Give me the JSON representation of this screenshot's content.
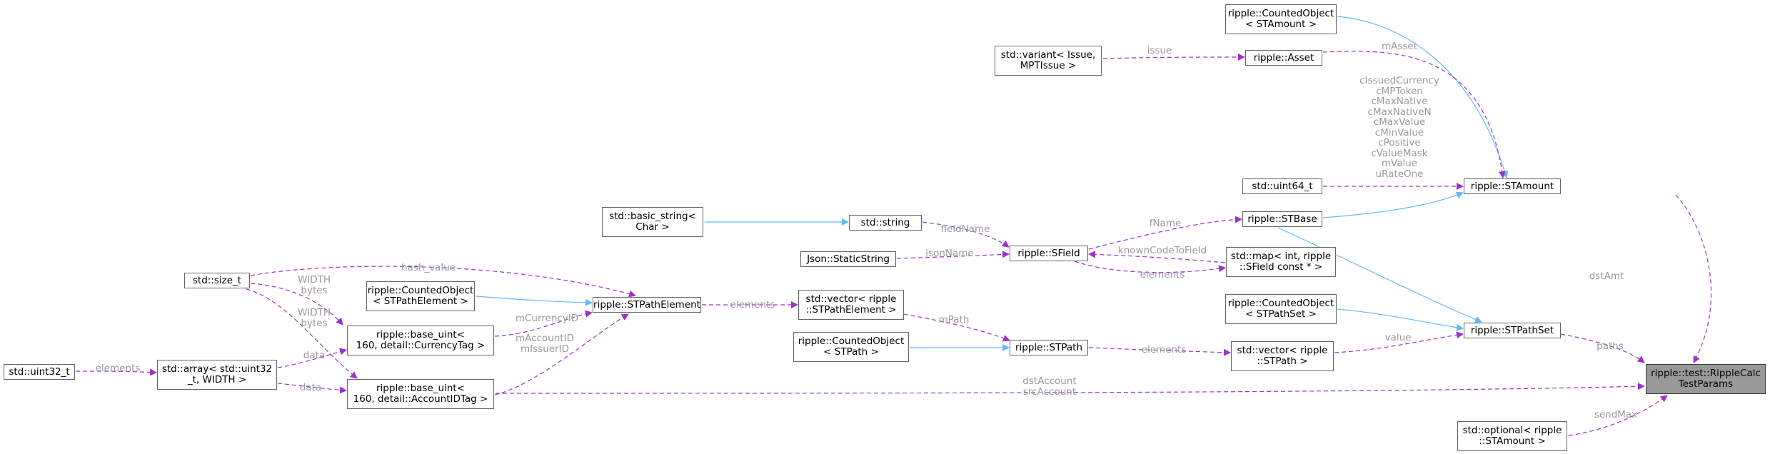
{
  "nodes": {
    "test_params": [
      "ripple::test::RippleCalc",
      "TestParams"
    ],
    "stamount": [
      "ripple::STAmount"
    ],
    "stpathset": [
      "ripple::STPathSet"
    ],
    "optional_stamount": [
      "std::optional< ripple",
      "::STAmount >"
    ],
    "account_id": [
      "ripple::base_uint<",
      "160, detail::AccountIDTag >"
    ],
    "counted_stamount": [
      "ripple::CountedObject",
      "< STAmount >"
    ],
    "asset": [
      "ripple::Asset"
    ],
    "stbase": [
      "ripple::STBase"
    ],
    "uint64": [
      "std::uint64_t"
    ],
    "variant": [
      "std::variant< Issue,",
      "MPTIssue >"
    ],
    "sfield": [
      "ripple::SField"
    ],
    "std_string": [
      "std::string"
    ],
    "json_static": [
      "Json::StaticString"
    ],
    "map": [
      "std::map< int, ripple",
      "::SField const * >"
    ],
    "basic_string": [
      "std::basic_string<",
      "Char >"
    ],
    "counted_stpathset": [
      "ripple::CountedObject",
      "< STPathSet >"
    ],
    "vector_stpath": [
      "std::vector< ripple",
      "::STPath >"
    ],
    "stpath": [
      "ripple::STPath"
    ],
    "vector_element": [
      "std::vector< ripple",
      "::STPathElement >"
    ],
    "counted_stpath": [
      "ripple::CountedObject",
      "< STPath >"
    ],
    "stpathelement": [
      "ripple::STPathElement"
    ],
    "counted_element": [
      "ripple::CountedObject",
      "< STPathElement >"
    ],
    "currency": [
      "ripple::base_uint<",
      "160, detail::CurrencyTag >"
    ],
    "size_t": [
      "std::size_t"
    ],
    "array": [
      "std::array< std::uint32",
      "_t, WIDTH >"
    ],
    "uint32": [
      "std::uint32_t"
    ]
  },
  "edges": [
    {
      "from": "stamount",
      "to": "test_params",
      "type": "member",
      "label": [
        "dstAmt"
      ]
    },
    {
      "from": "stpathset",
      "to": "test_params",
      "type": "member",
      "label": [
        "paths"
      ]
    },
    {
      "from": "optional_stamount",
      "to": "test_params",
      "type": "member",
      "label": [
        "sendMax"
      ]
    },
    {
      "from": "account_id",
      "to": "test_params",
      "type": "member",
      "label": [
        "dstAccount",
        "srcAccount"
      ]
    },
    {
      "from": "counted_stamount",
      "to": "stamount",
      "type": "inherit",
      "label": []
    },
    {
      "from": "asset",
      "to": "stamount",
      "type": "member",
      "label": [
        "mAsset"
      ]
    },
    {
      "from": "stbase",
      "to": "stamount",
      "type": "inherit",
      "label": []
    },
    {
      "from": "uint64",
      "to": "stamount",
      "type": "member",
      "label": [
        "cIssuedCurrency",
        "cMPToken",
        "cMaxNative",
        "cMaxNativeN",
        "cMaxValue",
        "cMinValue",
        "cPositive",
        "cValueMask",
        "mValue",
        "uRateOne"
      ]
    },
    {
      "from": "variant",
      "to": "asset",
      "type": "member",
      "label": [
        "issue"
      ]
    },
    {
      "from": "sfield",
      "to": "stbase",
      "type": "member",
      "label": [
        "fName"
      ]
    },
    {
      "from": "std_string",
      "to": "sfield",
      "type": "member",
      "label": [
        "fieldName"
      ]
    },
    {
      "from": "json_static",
      "to": "sfield",
      "type": "member",
      "label": [
        "jsonName"
      ]
    },
    {
      "from": "map",
      "to": "sfield",
      "type": "member",
      "label": [
        "knownCodeToField"
      ]
    },
    {
      "from": "sfield",
      "to": "map",
      "type": "member",
      "label": [
        "elements"
      ]
    },
    {
      "from": "basic_string",
      "to": "std_string",
      "type": "inherit",
      "label": []
    },
    {
      "from": "counted_stpathset",
      "to": "stpathset",
      "type": "inherit",
      "label": []
    },
    {
      "from": "stbase",
      "to": "stpathset",
      "type": "inherit",
      "label": []
    },
    {
      "from": "vector_stpath",
      "to": "stpathset",
      "type": "member",
      "label": [
        "value"
      ]
    },
    {
      "from": "stpath",
      "to": "vector_stpath",
      "type": "member",
      "label": [
        "elements"
      ]
    },
    {
      "from": "vector_element",
      "to": "stpath",
      "type": "member",
      "label": [
        "mPath"
      ]
    },
    {
      "from": "counted_stpath",
      "to": "stpath",
      "type": "inherit",
      "label": []
    },
    {
      "from": "stpathelement",
      "to": "vector_element",
      "type": "member",
      "label": [
        "elements"
      ]
    },
    {
      "from": "counted_element",
      "to": "stpathelement",
      "type": "inherit",
      "label": []
    },
    {
      "from": "size_t",
      "to": "stpathelement",
      "type": "member",
      "label": [
        "hash_value"
      ]
    },
    {
      "from": "currency",
      "to": "stpathelement",
      "type": "member",
      "label": [
        "mCurrencyID"
      ]
    },
    {
      "from": "account_id",
      "to": "stpathelement",
      "type": "member",
      "label": [
        "mAccountID",
        "mIssuerID"
      ]
    },
    {
      "from": "size_t",
      "to": "currency",
      "type": "member",
      "label": [
        "WIDTH",
        "bytes"
      ]
    },
    {
      "from": "array",
      "to": "currency",
      "type": "member",
      "label": [
        "data"
      ]
    },
    {
      "from": "size_t",
      "to": "account_id",
      "type": "member",
      "label": [
        "WIDTH",
        "bytes"
      ]
    },
    {
      "from": "array",
      "to": "account_id",
      "type": "member",
      "label": [
        "data"
      ]
    },
    {
      "from": "uint32",
      "to": "array",
      "type": "member",
      "label": [
        "elements"
      ]
    }
  ],
  "colors": {
    "inherit": "#63b8ff",
    "member": "#9a32cd",
    "label": "#9a9a9a",
    "node_border": "#666666",
    "focus_fill": "#999999"
  }
}
